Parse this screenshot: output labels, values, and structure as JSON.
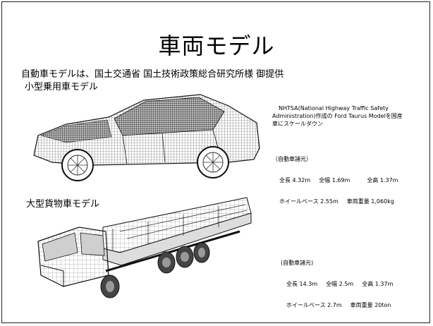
{
  "slide": {
    "title": "車両モデル",
    "subtitle": "自動車モデルは、国土交通省 国土技術政策総合研究所様 御提供"
  },
  "car": {
    "heading": "小型乗用車モデル",
    "note_line1": "NHTSA(National Highway Traffic Safety",
    "note_line2": "Administration)作成の Ford Taurus Modelを国産",
    "note_line3": "車にスケールダウン",
    "spec_header": "（自動車諸元）",
    "spec_length": "全長 4.32m",
    "spec_width": "全幅 1.69m",
    "spec_height": "全高 1.37m",
    "spec_wheelbase": "ホイールベース 2.55m",
    "spec_weight": "車両重量 1,060kg"
  },
  "truck": {
    "heading": "大型貨物車モデル",
    "spec_header": "(自動車諸元)",
    "spec_length": "全長 14.3m",
    "spec_width": "全幅 2.5m",
    "spec_height": "全高 1.37m",
    "spec_wheelbase": "ホイールベース 2.7m",
    "spec_weight": "車両重量 20ton"
  }
}
